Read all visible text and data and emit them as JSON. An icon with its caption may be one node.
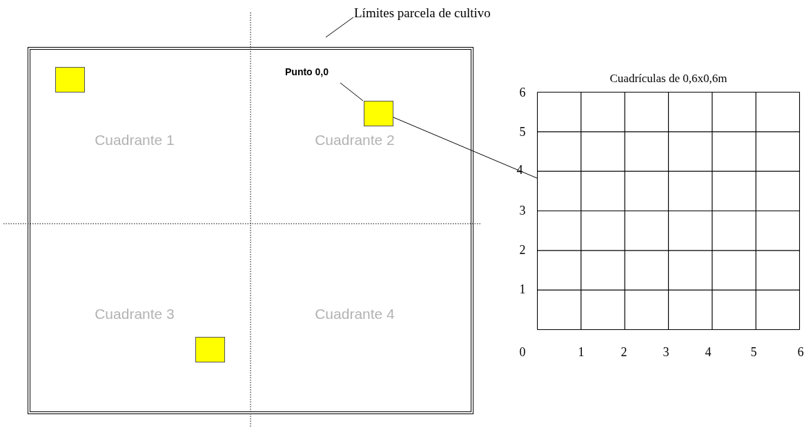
{
  "diagram": {
    "nodes": [
      {
        "text": [
          "Límites parcela de cultivo"
        ]
      },
      {
        "text": [],
        "shape": "box"
      },
      {
        "text": [],
        "shape": "box",
        "in": 1
      },
      {
        "text": [
          "Punto 0,0"
        ],
        "in": 1
      },
      {
        "text": [],
        "shape": "box",
        "in": 1
      },
      {
        "text": [
          "Cuadrículas de 0,6x0,6m"
        ]
      },
      {
        "text": [],
        "shape": "box",
        "in": 1
      }
    ],
    "edges": [
      {
        "from": 0,
        "to": 1,
        "arrow": "none"
      },
      {
        "from": 3,
        "to": 4,
        "arrow": "none"
      },
      {
        "from": 4,
        "to": 5,
        "arrow": "none"
      }
    ],
    "labels": [
      "Cuadrante 1",
      "Cuadrante 2",
      "Cuadrante 3",
      "Cuadrante 4",
      "6",
      "5",
      "4",
      "3",
      "2",
      "1",
      "0",
      "1",
      "2",
      "3",
      "4",
      "5",
      "6"
    ]
  }
}
